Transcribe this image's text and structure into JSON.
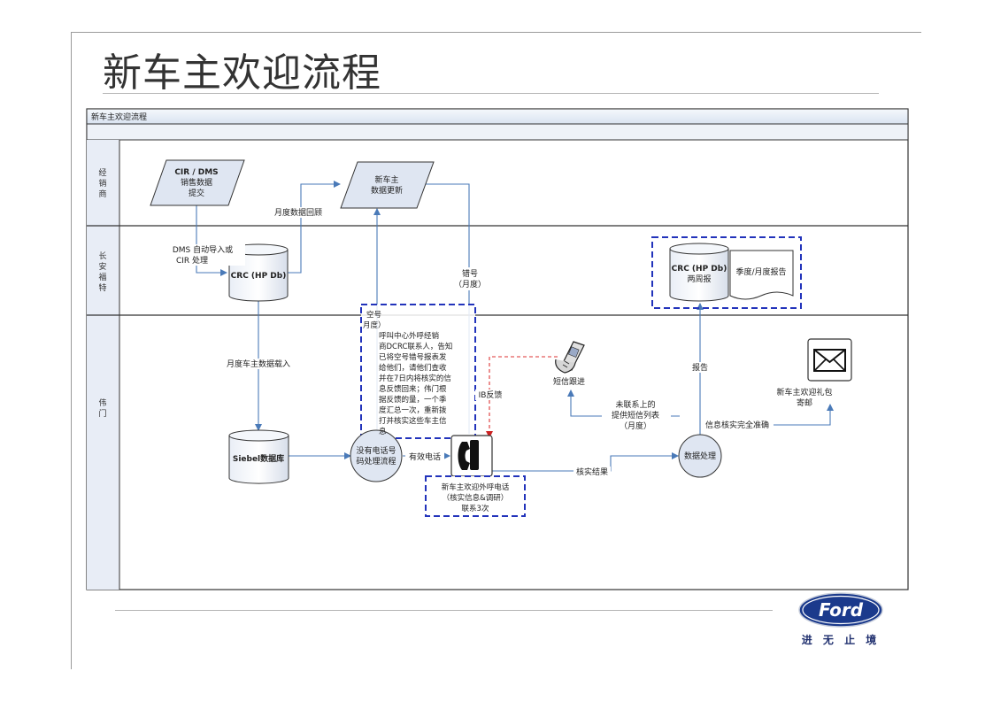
{
  "page": {
    "title": "新车主欢迎流程",
    "slogan": "进 无 止 境",
    "logo_text": "Ford"
  },
  "diagram": {
    "header": "新车主欢迎流程",
    "lanes": {
      "dealer": [
        "经",
        "销",
        "商"
      ],
      "changan_ford": [
        "长",
        "安",
        "福",
        "特"
      ],
      "weimen": [
        "伟",
        "门"
      ]
    },
    "nodes": {
      "cir_dms": [
        "CIR / DMS",
        "销售数据",
        "提交"
      ],
      "new_owner_update": [
        "新车主",
        "数据更新"
      ],
      "crc_db": "CRC (HP Db)",
      "crc_report": [
        "CRC (HP Db)",
        "两周报"
      ],
      "quarterly_report": "季度/月度报告",
      "siebel_db": "Siebel数据库",
      "no_phone_process": [
        "没有电话号",
        "码处理流程"
      ],
      "sms_followup": "短信跟进",
      "data_processing": "数据处理",
      "welcome_gift": [
        "新车主欢迎礼包",
        "寄邮"
      ],
      "welcome_call": [
        "新车主欢迎外呼电话",
        "（核实信息&调研）",
        "联系3次"
      ],
      "call_center_text": [
        "空号",
        "月度）",
        "呼叫中心外呼经销",
        "商DCRC联系人，告知",
        "已将空号错号报表发",
        "给他们，请他们查收",
        "并在7日内将核实的信",
        "息反馈回来；伟门根",
        "据反馈的量，一个季",
        "度汇总一次，重新拨",
        "打并核实这些车主信",
        "息"
      ]
    },
    "edge_labels": {
      "dms_import": [
        "DMS 自动导入或",
        "CIR 处理"
      ],
      "monthly_review": "月度数据回顾",
      "wrong_number": [
        "错号",
        "（月度）"
      ],
      "monthly_load": "月度车主数据载入",
      "valid_phone": "有效电话",
      "ib_feedback": "IB反馈",
      "verification_result": "核实结果",
      "report": "报告",
      "unreached": [
        "未联系上的",
        "提供短信列表",
        "（月度）"
      ],
      "info_accurate": "信息核实完全准确"
    }
  }
}
